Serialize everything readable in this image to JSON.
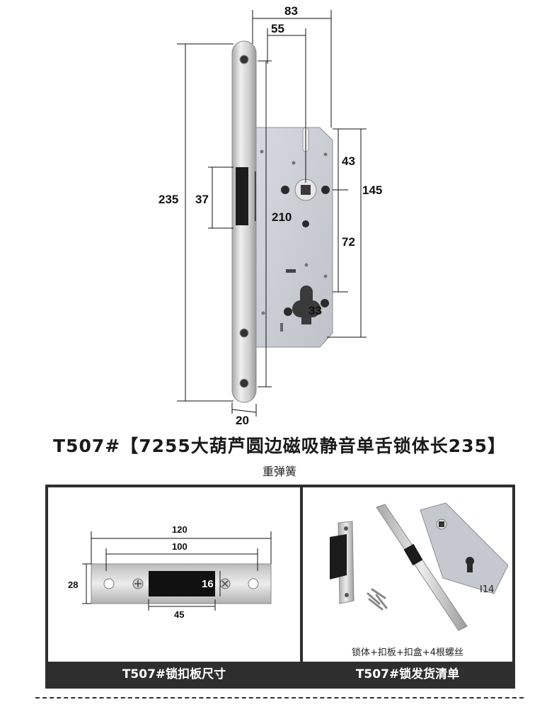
{
  "diagram": {
    "dims": {
      "d83": "83",
      "d55": "55",
      "d235": "235",
      "d37": "37",
      "d43": "43",
      "d145": "145",
      "d210": "210",
      "d72": "72",
      "d33": "33",
      "d20": "20"
    }
  },
  "product": {
    "title": "T507#【7255大葫芦圆边磁吸静音单舌锁体长235】",
    "subtitle": "重弹簧"
  },
  "strike_panel": {
    "dims": {
      "d120": "120",
      "d100": "100",
      "d28": "28",
      "d16": "16",
      "d45": "45"
    },
    "caption": "T507#锁扣板尺寸"
  },
  "package_panel": {
    "contents": "锁体+扣板+扣盒+4根螺丝",
    "mark": "I14",
    "caption": "T507#锁发货清单"
  },
  "colors": {
    "metal": "#d4d4d4",
    "lock_body": "#c9ccd2",
    "dark_bar": "#2e2e2e",
    "line": "#111111"
  }
}
